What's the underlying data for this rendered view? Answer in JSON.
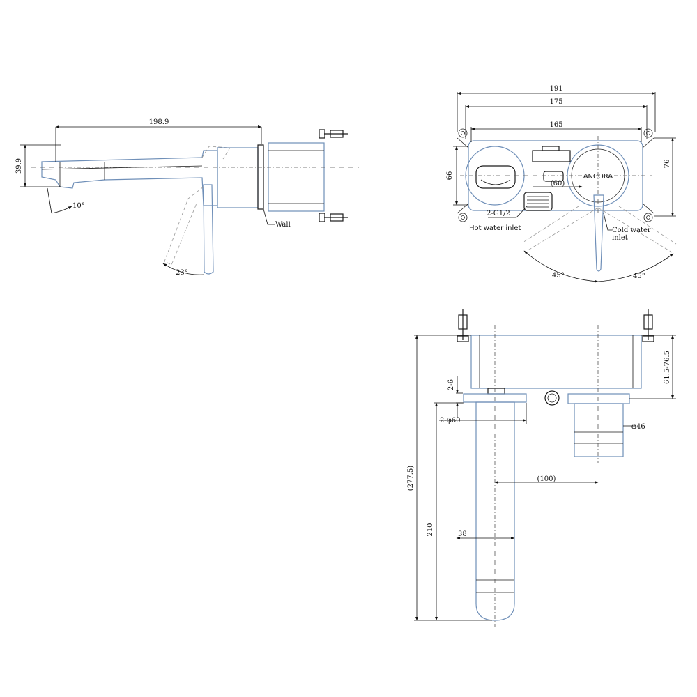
{
  "side_view": {
    "dim_spout_length": "198.9",
    "dim_spout_height": "39.9",
    "angle_spout": "10°",
    "angle_handle": "23°",
    "label_wall": "Wall"
  },
  "plate_view": {
    "dim_overall_width": "191",
    "dim_mid_width": "175",
    "dim_inner_width": "165",
    "dim_left_height": "66",
    "dim_right_height": "76",
    "dim_centers": "(60)",
    "thread_spec": "2-G1/2",
    "hot_inlet": "Hot water inlet",
    "cold_inlet_line1": "Cold water",
    "cold_inlet_line2": "inlet",
    "angle_left": "45°",
    "angle_right": "45°",
    "brand_mark": "ANCORA"
  },
  "body_view": {
    "dim_depth_range": "61.5-76.5",
    "dim_small": "2-6",
    "dim_rosette": "2-φ60",
    "dim_cartridge": "φ46",
    "dim_center_spacing": "(100)",
    "dim_total_height": "(277.5)",
    "dim_spout_drop": "210",
    "dim_spout_width": "38"
  }
}
